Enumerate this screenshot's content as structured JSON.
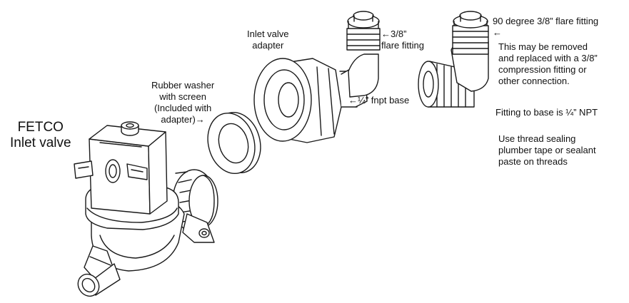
{
  "labels": {
    "fetco_title": "FETCO",
    "fetco_subtitle": "Inlet valve",
    "washer_l1": "Rubber washer",
    "washer_l2": "with screen",
    "washer_l3": "(Included with",
    "washer_l4": "adapter)→",
    "adapter_l1": "Inlet valve",
    "adapter_l2": "adapter",
    "flare_l1": "←3/8”",
    "flare_l2": "flare fitting",
    "base_note": "←¼” fnpt base",
    "elbow_l1": "90 degree 3/8” flare fitting",
    "elbow_arrow": "←",
    "note_l1": "This may be removed",
    "note_l2": "and replaced with a 3/8”",
    "note_l3": "compression fitting or",
    "note_l4": "other connection.",
    "npt_note": "Fitting to base is ¼” NPT",
    "seal_l1": "Use thread sealing",
    "seal_l2": "plumber tape or sealant",
    "seal_l3": "paste on threads"
  }
}
